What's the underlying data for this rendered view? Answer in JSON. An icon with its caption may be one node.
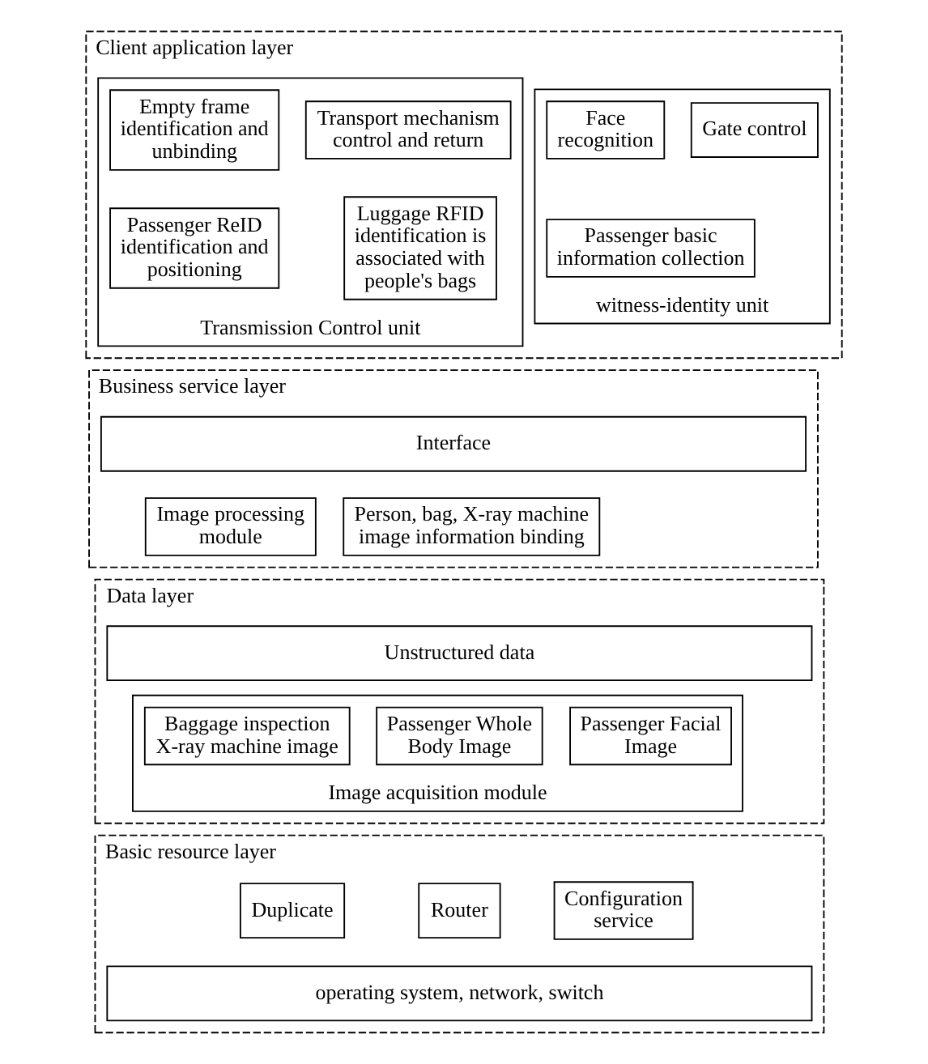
{
  "diagram": {
    "nodes": [
      {
        "text": [
          "Client application layer"
        ]
      },
      {
        "text": [
          "witness-identity unit"
        ],
        "in": 0
      },
      {
        "text": [
          "Gate control"
        ],
        "in": 1
      },
      {
        "text": [
          "Face recognition"
        ],
        "in": 1
      },
      {
        "text": [
          "Passenger basic information collection"
        ],
        "in": 1
      },
      {
        "text": [
          "Transmission Control unit"
        ],
        "in": 0
      },
      {
        "text": [
          "Transport mechanism control and return"
        ],
        "in": 5
      },
      {
        "text": [
          "Empty frame identification and unbinding"
        ],
        "in": 5
      },
      {
        "text": [
          "Luggage RFID identification is associated with people's bags"
        ],
        "in": 5
      },
      {
        "text": [
          "Passenger ReID identification and positioning"
        ],
        "in": 5
      },
      {
        "text": [
          "Business service layer"
        ]
      },
      {
        "text": [
          "Interface"
        ],
        "in": 10
      },
      {
        "text": [
          "Image processing module"
        ],
        "in": 10
      },
      {
        "text": [
          "Person, bag, X-ray machine image information binding"
        ],
        "in": 10
      },
      {
        "text": [
          "Data layer"
        ]
      },
      {
        "text": [
          "Unstructured data"
        ],
        "in": 14
      },
      {
        "text": [
          "Image acquisition module"
        ],
        "in": 14
      },
      {
        "text": [
          "Passenger Facial Image"
        ],
        "in": 16
      },
      {
        "text": [
          "Passenger Whole Body Image"
        ],
        "in": 16
      },
      {
        "text": [
          "Baggage inspection X-ray machine image"
        ],
        "in": 16
      },
      {
        "text": [
          "Basic resource layer"
        ]
      },
      {
        "text": [
          "Configuration service"
        ],
        "in": 20
      },
      {
        "text": [
          "Router"
        ],
        "in": 20
      },
      {
        "text": [
          "Duplicate"
        ],
        "in": 20
      },
      {
        "text": [
          "operating system, network, switch"
        ],
        "in": 20
      }
    ]
  }
}
